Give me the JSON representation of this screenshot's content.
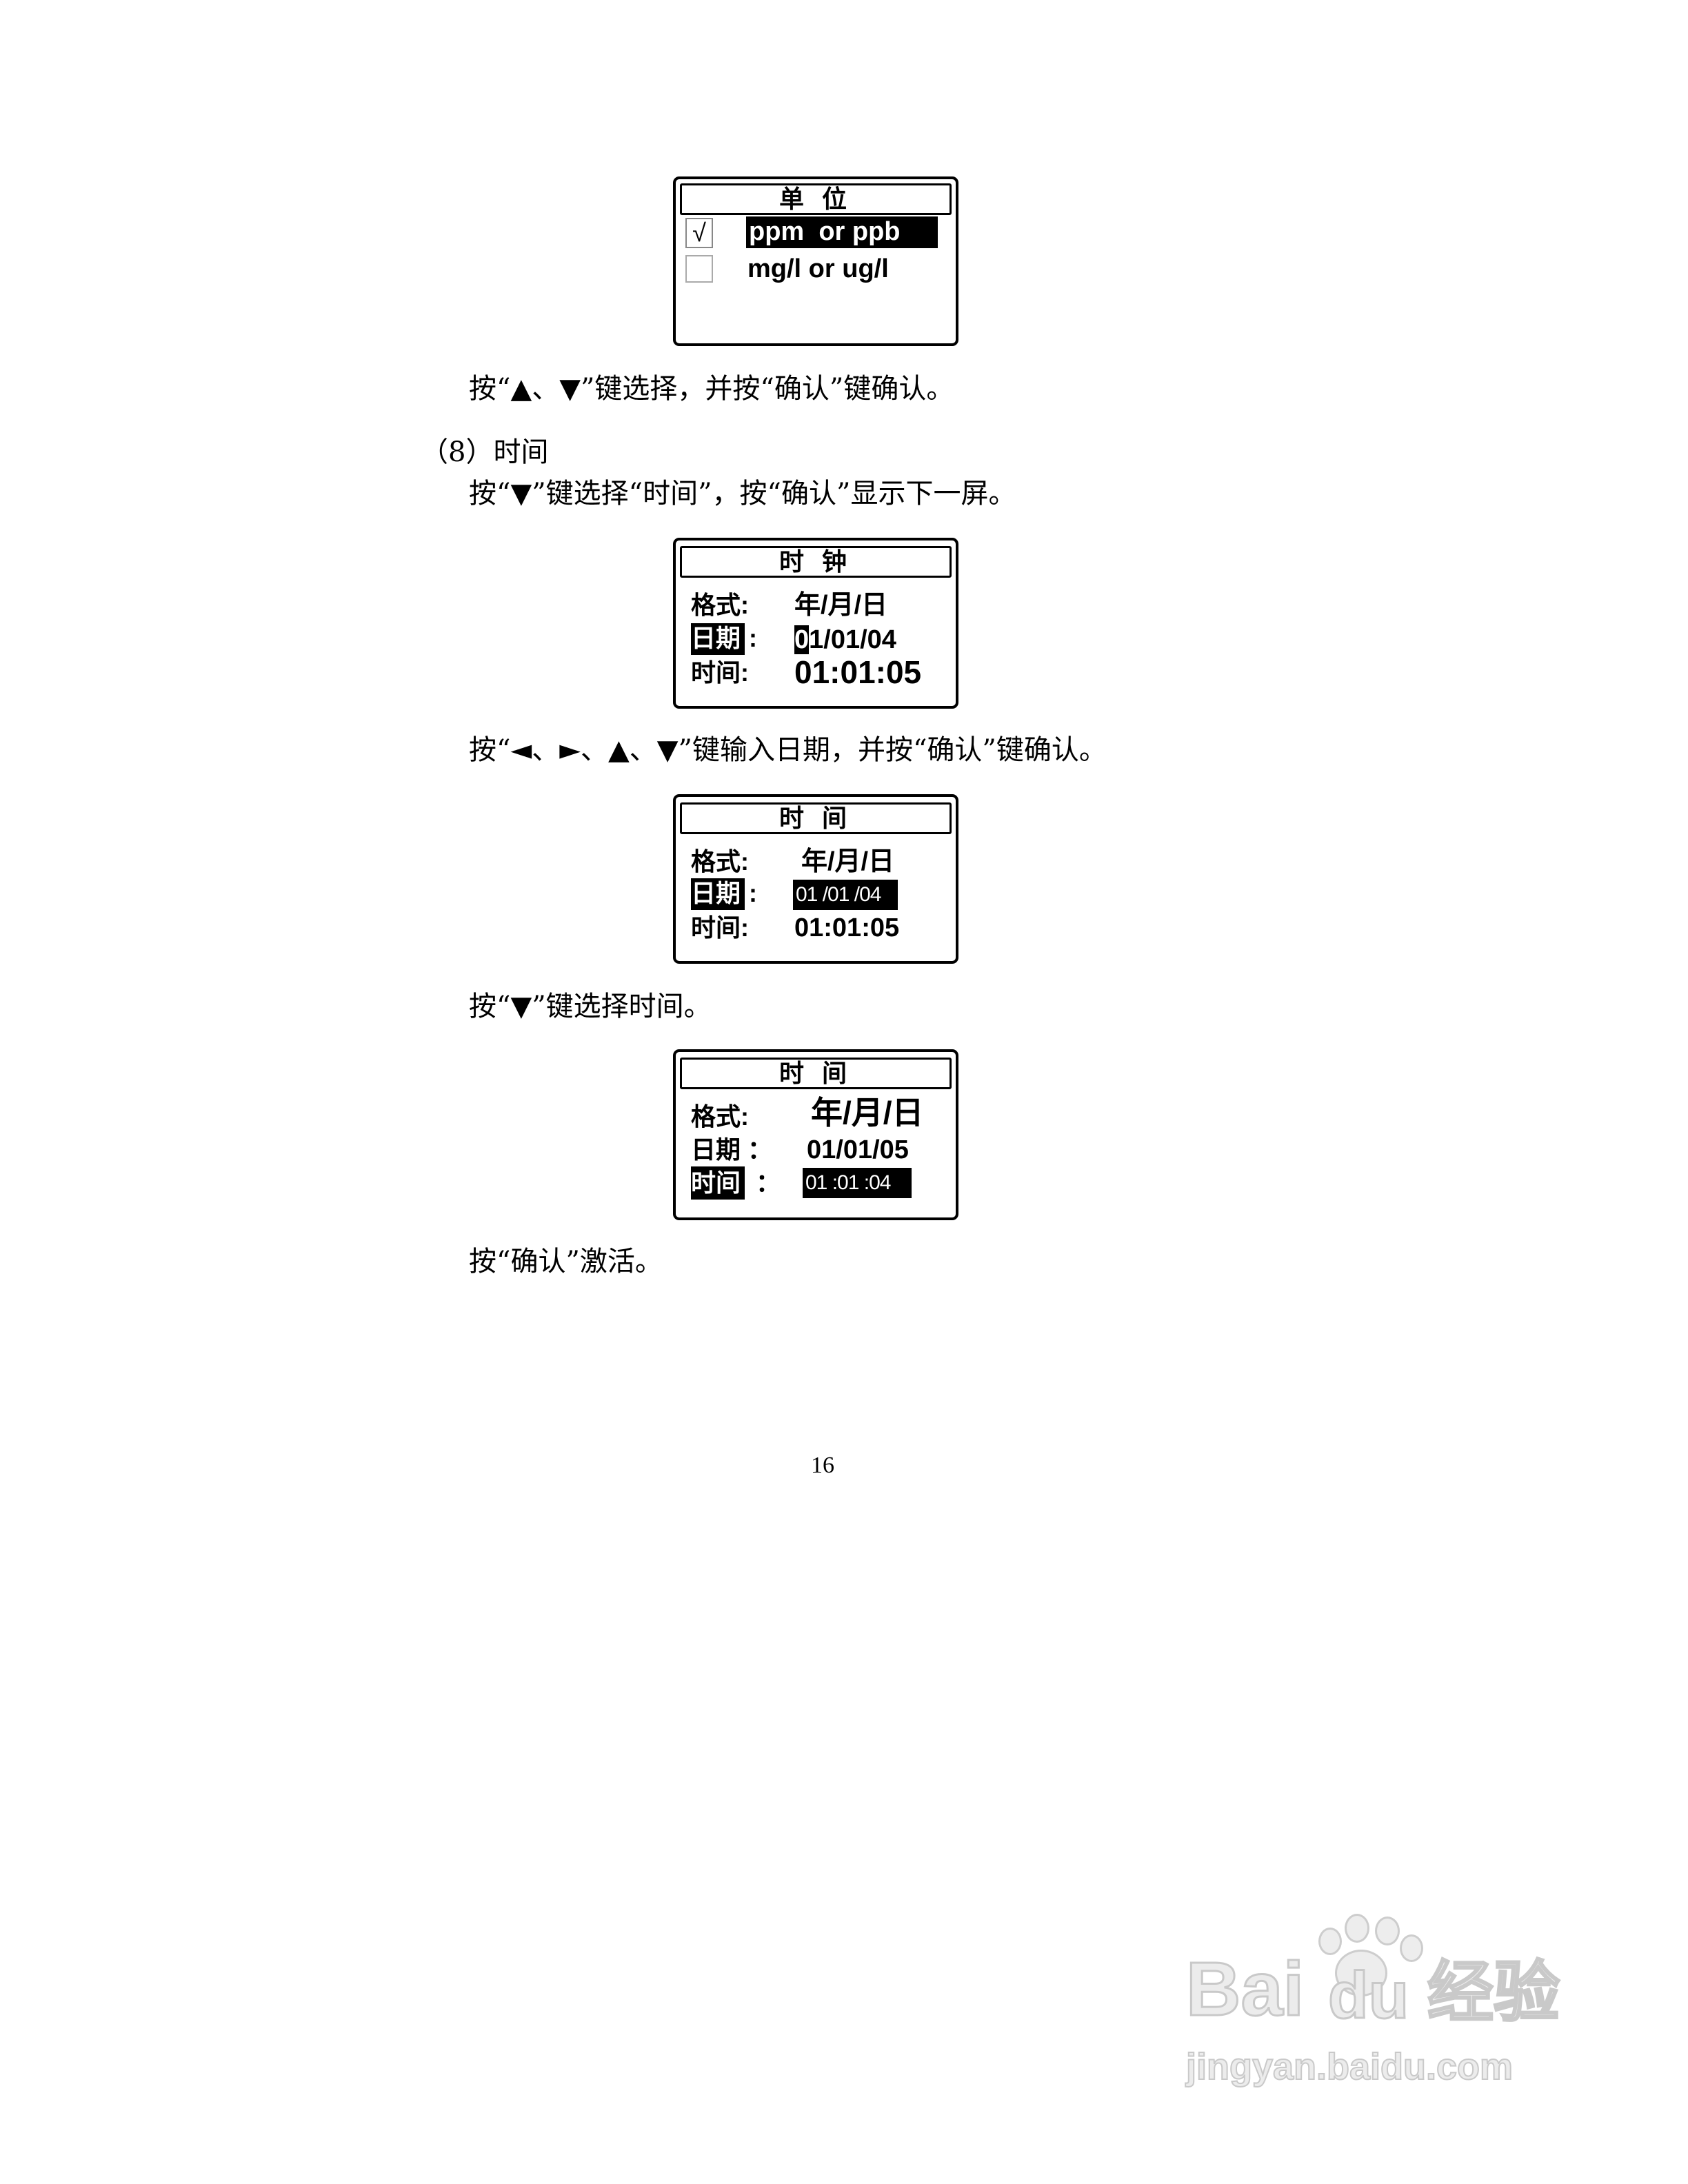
{
  "instructions": {
    "unit_select": "按“▲、▼”键选择，并按“确认”键确认。",
    "time_open": "按“▼”键选择“时间”，按“确认”显示下一屏。",
    "date_input": "按“◄、►、▲、▼”键输入日期，并按“确认”键确认。",
    "time_select": "按“▼”键选择时间。",
    "activate": "按“确认”激活。"
  },
  "section": {
    "heading": "（8）时间"
  },
  "screens": {
    "unit": {
      "title": "单 位",
      "options": [
        {
          "check": "√",
          "label": "ppm  or ppb",
          "selected": true
        },
        {
          "check": "",
          "label": "mg/l or ug/l",
          "selected": false
        }
      ]
    },
    "clock": {
      "title": "时 钟",
      "format_label": "格式:",
      "format_value": "年/月/日",
      "date_label": "日期",
      "date_colon": ":",
      "date_cursor": "0",
      "date_rest": "1/01/04",
      "time_label": "时间:",
      "time_value": "01:01:05"
    },
    "time_date_edit": {
      "title": "时 间",
      "format_label": "格式:",
      "format_value": "年/月/日",
      "date_label": "日期",
      "date_colon": ":",
      "date_value": "01 /01 /04",
      "time_label": "时间:",
      "time_value": "01:01:05"
    },
    "time_time_edit": {
      "title": "时 间",
      "format_label": "格式:",
      "format_value": "年/月/日",
      "date_label": "日期 ：",
      "date_value": "01/01/05",
      "time_label": "时间",
      "time_colon": "：",
      "time_value": "01 :01 :04"
    }
  },
  "page": {
    "number": "16"
  },
  "watermark": {
    "brand_part1": "Bai",
    "brand_part2": "du",
    "brand_cn": "经验",
    "url": "jingyan.baidu.com"
  },
  "colors": {
    "text": "#000000",
    "highlight": "#000000",
    "watermark": "#d0d0d0"
  }
}
